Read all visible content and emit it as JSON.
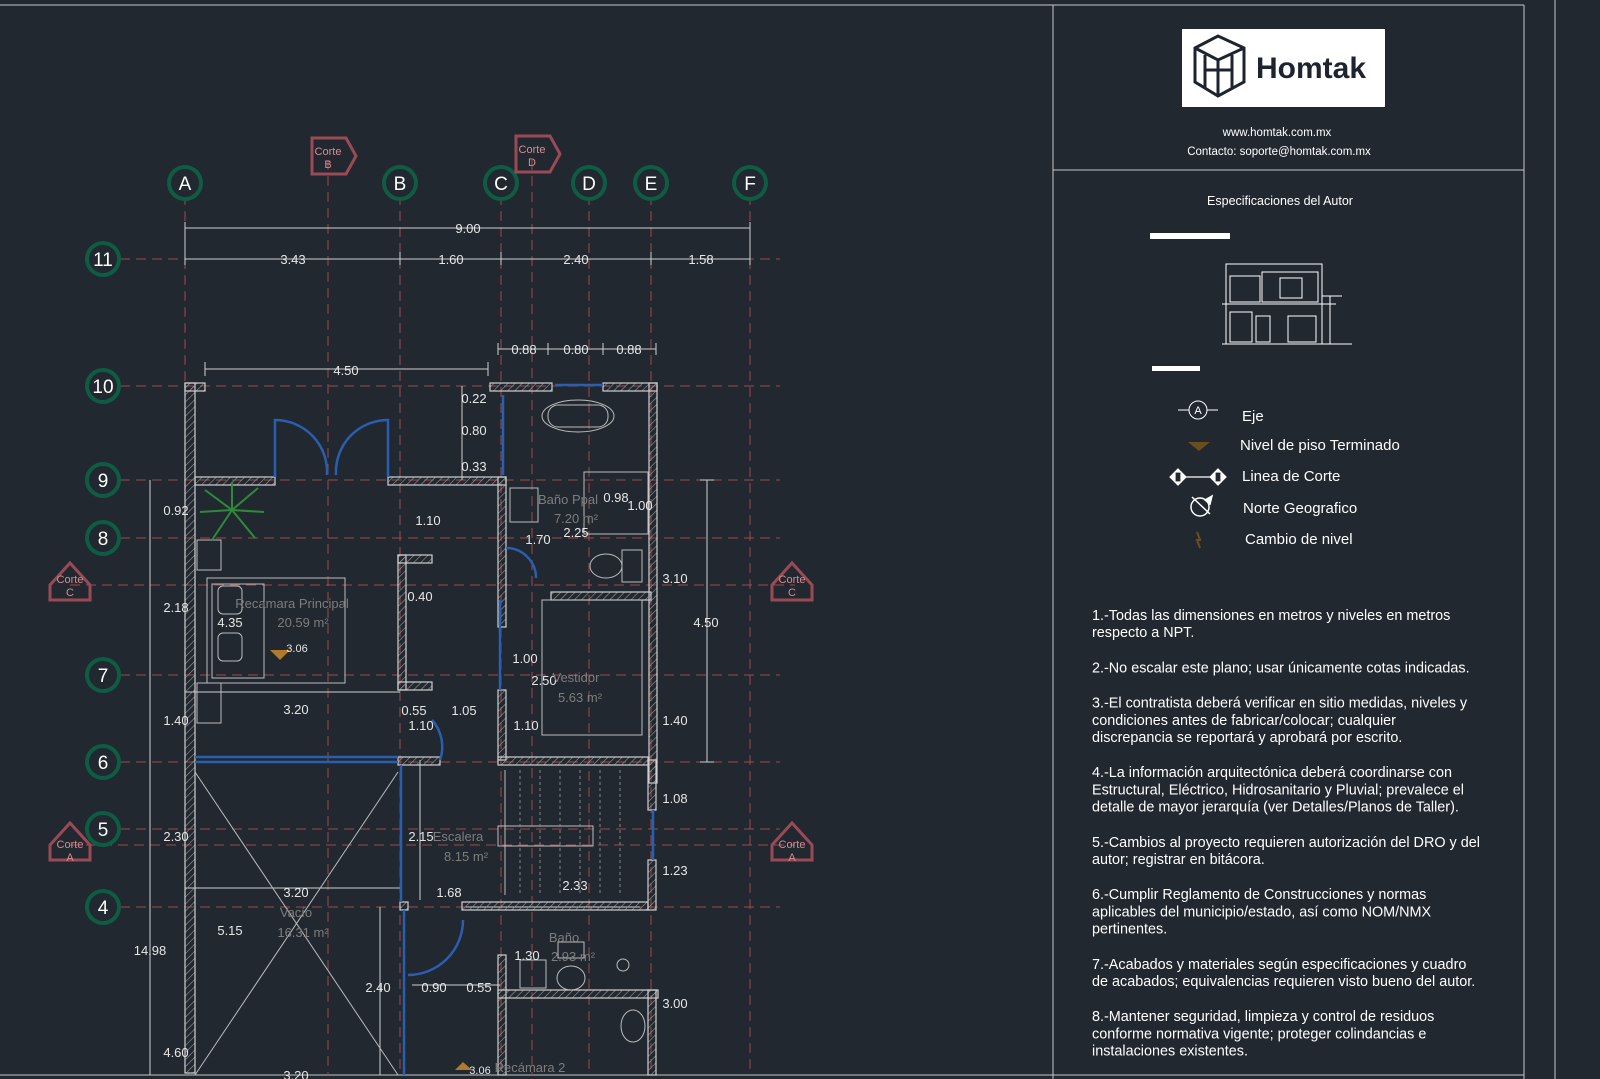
{
  "axes": {
    "letters": [
      "A",
      "B",
      "C",
      "D",
      "E",
      "F"
    ],
    "numbers": [
      "11",
      "10",
      "9",
      "8",
      "7",
      "6",
      "5",
      "4"
    ]
  },
  "corte": {
    "word": "Corte",
    "letters": [
      "B",
      "D",
      "C",
      "C",
      "A",
      "A"
    ]
  },
  "dimensions": {
    "top_total": "9.00",
    "top_segments": [
      "3.43",
      "1.60",
      "2.40",
      "1.58"
    ],
    "top_small": [
      "0.88",
      "0.80",
      "0.88"
    ],
    "d_450_top": "4.50",
    "d_022": "0.22",
    "d_080": "0.80",
    "d_033": "0.33",
    "d_092": "0.92",
    "d_110a": "1.10",
    "d_098": "0.98",
    "d_100a": "1.00",
    "d_170": "1.70",
    "d_225": "2.25",
    "d_310": "3.10",
    "d_450_right": "4.50",
    "d_218": "2.18",
    "d_435": "4.35",
    "d_040": "0.40",
    "d_100b": "1.00",
    "d_250": "2.50",
    "d_140a": "1.40",
    "d_320a": "3.20",
    "d_055a": "0.55",
    "d_105": "1.05",
    "d_110b": "1.10",
    "d_110c": "1.10",
    "d_140b": "1.40",
    "d_108": "1.08",
    "d_230": "2.30",
    "d_215": "2.15",
    "d_123": "1.23",
    "d_320b": "3.20",
    "d_168": "1.68",
    "d_233": "2.33",
    "d_515": "5.15",
    "d_1498": "14.98",
    "d_130": "1.30",
    "d_240": "2.40",
    "d_090": "0.90",
    "d_055b": "0.55",
    "d_300": "3.00",
    "d_460": "4.60",
    "d_320c": "3.20",
    "npt_a": "3.06",
    "npt_b": "3.06"
  },
  "rooms": {
    "bano_ppal": {
      "name": "Baño Ppal",
      "area": "7.20 m²"
    },
    "recamara_principal": {
      "name": "Recamara Principal",
      "area": "20.59 m²"
    },
    "vestidor": {
      "name": "Vestidor",
      "area": "5.63 m²"
    },
    "escalera": {
      "name": "Escalera",
      "area": "8.15 m²"
    },
    "vacio": {
      "name": "Vacío",
      "area": "16.31 m²"
    },
    "bano": {
      "name": "Baño",
      "area": "2.93 m²"
    },
    "recamara_2": {
      "name": "Recámara 2"
    }
  },
  "title_block": {
    "brand": "Homtak",
    "website": "www.homtak.com.mx",
    "contact": "Contacto: soporte@homtak.com.mx",
    "spec_title": "Especificaciones del Autor",
    "legend": [
      {
        "label": "Eje",
        "icon": "axis-bubble-icon"
      },
      {
        "label": "Nivel de piso Terminado",
        "icon": "level-triangle-icon"
      },
      {
        "label": "Linea de Corte",
        "icon": "section-line-icon"
      },
      {
        "label": "Norte Geografico",
        "icon": "north-arrow-icon"
      },
      {
        "label": "Cambio de nivel",
        "icon": "level-change-icon"
      }
    ],
    "legend_axis_letter": "A",
    "notes": [
      [
        "1.-Todas las dimensiones en metros y niveles en metros",
        "respecto a NPT."
      ],
      [
        "2.-No escalar este plano; usar únicamente cotas indicadas."
      ],
      [
        "3.-El contratista deberá verificar en sitio medidas, niveles y",
        "condiciones antes de fabricar/colocar; cualquier",
        "discrepancia se reportará y aprobará por escrito."
      ],
      [
        "4.-La información arquitectónica deberá coordinarse con",
        "Estructural, Eléctrico, Hidrosanitario y Pluvial; prevalece el",
        "detalle de mayor jerarquía (ver Detalles/Planos de Taller)."
      ],
      [
        "5.-Cambios al proyecto requieren autorización del DRO y del",
        "autor; registrar en bitácora."
      ],
      [
        "6.-Cumplir Reglamento de Construcciones y normas",
        "aplicables del municipio/estado, así como NOM/NMX",
        "pertinentes."
      ],
      [
        "7.-Acabados y materiales según especificaciones y cuadro",
        "de acabados; equivalencias requieren visto bueno del autor."
      ],
      [
        "8.-Mantener seguridad, limpieza y control de residuos",
        "conforme normativa vigente; proteger colindancias e",
        "instalaciones existentes."
      ]
    ]
  },
  "colors": {
    "background": "#212830",
    "grid_bubble": "#0f5c44",
    "grid_line": "#a04850",
    "corte": "#9a4a55",
    "wall": "#d0d0d0",
    "blue": "#2a5eb0"
  }
}
